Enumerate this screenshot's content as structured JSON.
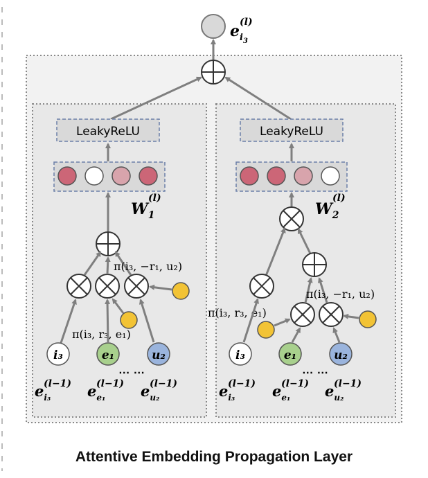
{
  "diagram": {
    "output_symbol": "e",
    "output_sub": "i",
    "output_subsub": "3",
    "output_sup": "(l)",
    "caption": "Attentive Embedding Propagation Layer",
    "left_branch": {
      "activation_label": "LeakyReLU",
      "weight_symbol": "W",
      "weight_sub": "1",
      "weight_sup": "(l)",
      "pi_top": "π(i₃, −r₁, u₂)",
      "pi_bottom": "π(i₃, r₃, e₁)",
      "node_i": "i₃",
      "node_e": "e₁",
      "node_u": "u₂",
      "emb_i_sub": "i₃",
      "emb_e_sub": "e₁",
      "emb_u_sub": "u₂",
      "emb_sup": "(l−1)",
      "ellipsis": "⋯ ⋯"
    },
    "right_branch": {
      "activation_label": "LeakyReLU",
      "weight_symbol": "W",
      "weight_sub": "2",
      "weight_sup": "(l)",
      "pi_top": "π(i₃, −r₁, u₂)",
      "pi_left": "π(i₃, r₃, e₁)",
      "node_i": "i₃",
      "node_e": "e₁",
      "node_u": "u₂",
      "emb_i_sub": "i₃",
      "emb_e_sub": "e₁",
      "emb_u_sub": "u₂",
      "emb_sup": "(l−1)",
      "ellipsis": "⋯ ⋯"
    },
    "colors": {
      "dark_pink": "#cc6677",
      "light_pink": "#d8a4ac",
      "white_node": "#ffffff",
      "green_node": "#a8d08d",
      "blue_node": "#9ab4dd",
      "yellow_node": "#f2c335",
      "output_node": "#d9d9d9",
      "panel_bg": "#e8e8e8",
      "outer_bg": "#f2f2f2",
      "arrow": "#7f7f7f"
    }
  }
}
